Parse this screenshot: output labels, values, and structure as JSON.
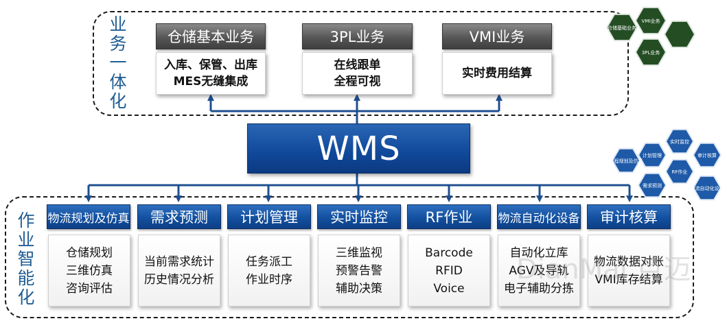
{
  "top_group": {
    "label": "业务一体化",
    "boxes": [
      {
        "title": "仓储基本业务",
        "lines": [
          "入库、保管、出库",
          "MES无缝集成"
        ]
      },
      {
        "title": "3PL业务",
        "lines": [
          "在线跟单",
          "全程可视"
        ]
      },
      {
        "title": "VMI业务",
        "lines": [
          "实时费用结算"
        ]
      }
    ]
  },
  "center": {
    "title": "WMS"
  },
  "bottom_group": {
    "label": "作业智能化",
    "boxes": [
      {
        "title": "物流规划及仿真",
        "lines": [
          "仓储规划",
          "三维仿真",
          "咨询评估"
        ]
      },
      {
        "title": "需求预测",
        "lines": [
          "当前需求统计",
          "历史情况分析"
        ]
      },
      {
        "title": "计划管理",
        "lines": [
          "任务派工",
          "作业时序"
        ]
      },
      {
        "title": "实时监控",
        "lines": [
          "三维监视",
          "预警告警",
          "辅助决策"
        ]
      },
      {
        "title": "RF作业",
        "lines": [
          "Barcode",
          "RFID",
          "Voice"
        ]
      },
      {
        "title": "物流自动化设备",
        "lines": [
          "自动化立库",
          "AGV及导轨",
          "电子辅助分拣"
        ]
      },
      {
        "title": "审计核算",
        "lines": [
          "物流数据对账",
          "VMI库存结算"
        ]
      }
    ]
  },
  "top_hex": [
    "仓储基础业务",
    "VMI业务",
    "3PL业务"
  ],
  "bottom_hex": [
    "实时监控",
    "计划管理",
    "审计核算",
    "流程规划及仿真",
    "RF作业",
    "需求预测",
    "物流自动化设备"
  ],
  "watermark": "DianMai 点迈",
  "colors": {
    "blue": "#13509f",
    "gray": "#565656",
    "hex_green": "#244d24",
    "hex_blue": "#1e5aa8"
  }
}
